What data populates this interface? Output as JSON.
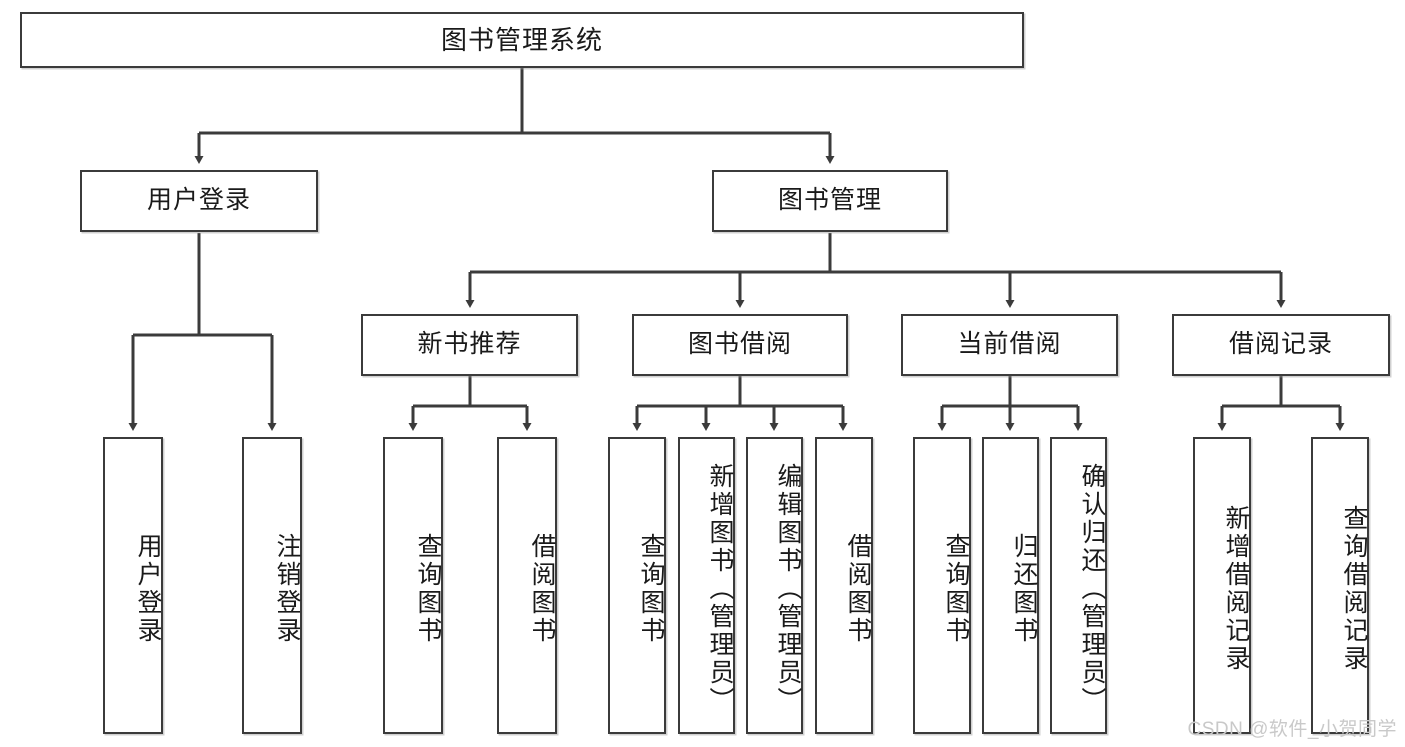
{
  "diagram": {
    "title": "图书管理系统",
    "type": "tree-hierarchy",
    "watermark": "CSDN @软件_小贺同学",
    "colors": {
      "stroke": "#3b3b3b",
      "fill": "#ffffff",
      "text": "#1a1a1a",
      "watermark": "#c9c9c9"
    },
    "levels": {
      "root": {
        "label": "图书管理系统"
      },
      "level2": [
        {
          "label": "用户登录"
        },
        {
          "label": "图书管理"
        }
      ],
      "level3": [
        {
          "label": "新书推荐"
        },
        {
          "label": "图书借阅"
        },
        {
          "label": "当前借阅"
        },
        {
          "label": "借阅记录"
        }
      ],
      "leaves": {
        "user_login": [
          {
            "label": "用户登录"
          },
          {
            "label": "注销登录"
          }
        ],
        "new_book_recommend": [
          {
            "label": "查询图书"
          },
          {
            "label": "借阅图书"
          }
        ],
        "book_borrow": [
          {
            "label": "查询图书"
          },
          {
            "label": "新增图书（管理员）"
          },
          {
            "label": "编辑图书（管理员）"
          },
          {
            "label": "借阅图书"
          }
        ],
        "current_borrow": [
          {
            "label": "查询图书"
          },
          {
            "label": "归还图书"
          },
          {
            "label": "确认归还（管理员）"
          }
        ],
        "borrow_record": [
          {
            "label": "新增借阅记录"
          },
          {
            "label": "查询借阅记录"
          }
        ]
      }
    }
  }
}
